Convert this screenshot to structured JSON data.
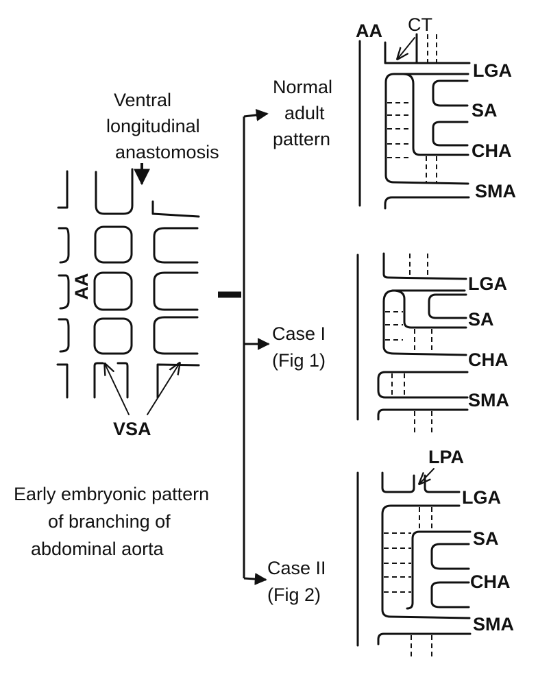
{
  "left": {
    "arrow_label": [
      "Ventral",
      "longitudinal",
      "anastomosis"
    ],
    "aorta_label": "AA",
    "vsa_label": "VSA",
    "caption": [
      "Early embryonic pattern",
      "of branching of",
      "abdominal aorta"
    ]
  },
  "branches": [
    {
      "label": [
        "Normal",
        "adult",
        "pattern"
      ]
    },
    {
      "label": [
        "Case I",
        "(Fig 1)"
      ]
    },
    {
      "label": [
        "Case II",
        "(Fig 2)"
      ]
    }
  ],
  "panel1": {
    "aorta": "AA",
    "ct": "CT",
    "vessels": [
      "LGA",
      "SA",
      "CHA",
      "SMA"
    ]
  },
  "panel2": {
    "vessels": [
      "LGA",
      "SA",
      "CHA",
      "SMA"
    ]
  },
  "panel3": {
    "lpa": "LPA",
    "vessels": [
      "LGA",
      "SA",
      "CHA",
      "SMA"
    ]
  }
}
